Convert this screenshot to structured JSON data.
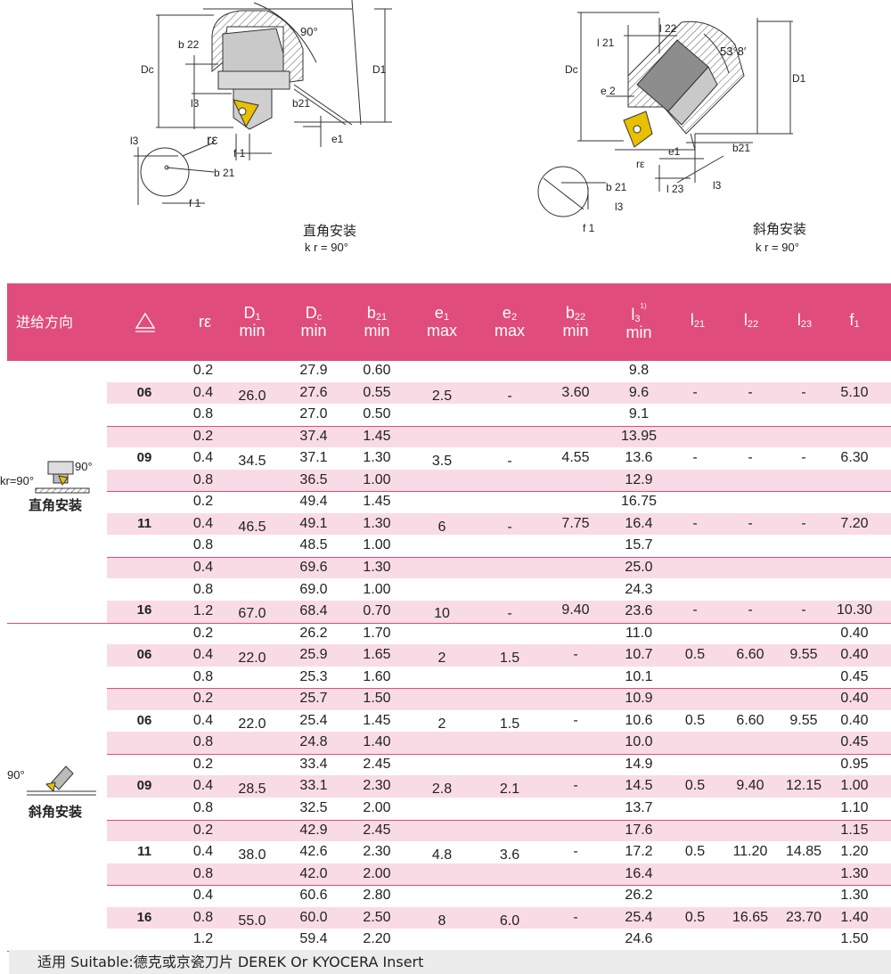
{
  "diagram_left": {
    "labels": [
      "90°",
      "b22",
      "Dc",
      "D1",
      "l3",
      "b21",
      "e1",
      "rε",
      "f1",
      "l3",
      "b21",
      "f1"
    ],
    "caption": "直角安装",
    "kr": "k r = 90°"
  },
  "diagram_right": {
    "labels": [
      "l22",
      "l21",
      "53°8′",
      "Dc",
      "D1",
      "e2",
      "rε",
      "e1",
      "b21",
      "l3",
      "l23",
      "b21",
      "l3",
      "f1"
    ],
    "caption": "斜角安装",
    "kr": "k r = 90°"
  },
  "table": {
    "headers": [
      "进给方向",
      "",
      "rε",
      "D1|min",
      "Dc|min",
      "b21|min",
      "e1|max",
      "e2|max",
      "b22|min",
      "l3 1)|min",
      "l21",
      "l22",
      "l23",
      "f1"
    ],
    "groups": [
      {
        "name": "直角安装",
        "icon_label_kr": "kr=90°",
        "icon_label_ang": "90°"
      },
      {
        "name": "斜角安装",
        "icon_label_ang": "90°"
      }
    ],
    "rows": [
      [
        "0.2",
        "27.9",
        "0.60",
        "9.8"
      ],
      [
        "0.4",
        "27.6",
        "0.55",
        "9.6"
      ],
      [
        "0.8",
        "27.0",
        "0.50",
        "9.1"
      ],
      [
        "0.2",
        "37.4",
        "1.45",
        "13.95"
      ],
      [
        "0.4",
        "37.1",
        "1.30",
        "13.6"
      ],
      [
        "0.8",
        "36.5",
        "1.00",
        "12.9"
      ],
      [
        "0.2",
        "49.4",
        "1.45",
        "16.75"
      ],
      [
        "0.4",
        "49.1",
        "1.30",
        "16.4"
      ],
      [
        "0.8",
        "48.5",
        "1.00",
        "15.7"
      ],
      [
        "0.4",
        "69.6",
        "1.30",
        "25.0"
      ],
      [
        "0.8",
        "69.0",
        "1.00",
        "24.3"
      ],
      [
        "1.2",
        "68.4",
        "0.70",
        "23.6"
      ],
      [
        "0.2",
        "26.2",
        "1.70",
        "11.0",
        "0.40"
      ],
      [
        "0.4",
        "25.9",
        "1.65",
        "10.7",
        "0.40"
      ],
      [
        "0.8",
        "25.3",
        "1.60",
        "10.1",
        "0.45"
      ],
      [
        "0.2",
        "25.7",
        "1.50",
        "10.9",
        "0.40"
      ],
      [
        "0.4",
        "25.4",
        "1.45",
        "10.6",
        "0.40"
      ],
      [
        "0.8",
        "24.8",
        "1.40",
        "10.0",
        "0.45"
      ],
      [
        "0.2",
        "33.4",
        "2.45",
        "14.9",
        "0.95"
      ],
      [
        "0.4",
        "33.1",
        "2.30",
        "14.5",
        "1.00"
      ],
      [
        "0.8",
        "32.5",
        "2.00",
        "13.7",
        "1.10"
      ],
      [
        "0.2",
        "42.9",
        "2.45",
        "17.6",
        "1.15"
      ],
      [
        "0.4",
        "42.6",
        "2.30",
        "17.2",
        "1.20"
      ],
      [
        "0.8",
        "42.0",
        "2.00",
        "16.4",
        "1.30"
      ],
      [
        "0.4",
        "60.6",
        "2.80",
        "26.2",
        "1.30"
      ],
      [
        "0.8",
        "60.0",
        "2.50",
        "25.4",
        "1.40"
      ],
      [
        "1.2",
        "59.4",
        "2.20",
        "24.6",
        "1.50"
      ]
    ],
    "blocks": [
      {
        "size": "06",
        "d1": "26.0",
        "e1": "2.5",
        "e2": "-",
        "b22": "3.60",
        "l21": "-",
        "l22": "-",
        "l23": "-",
        "f1": "5.10"
      },
      {
        "size": "09",
        "d1": "34.5",
        "e1": "3.5",
        "e2": "-",
        "b22": "4.55",
        "l21": "-",
        "l22": "-",
        "l23": "-",
        "f1": "6.30"
      },
      {
        "size": "11",
        "d1": "46.5",
        "e1": "6",
        "e2": "-",
        "b22": "7.75",
        "l21": "-",
        "l22": "-",
        "l23": "-",
        "f1": "7.20"
      },
      {
        "size": "16",
        "d1": "67.0",
        "e1": "10",
        "e2": "-",
        "b22": "9.40",
        "l21": "-",
        "l22": "-",
        "l23": "-",
        "f1": "10.30"
      },
      {
        "size": "06",
        "d1": "22.0",
        "e1": "2",
        "e2": "1.5",
        "b22": "-",
        "l21": "0.5",
        "l22": "6.60",
        "l23": "9.55"
      },
      {
        "size": "06",
        "d1": "22.0",
        "e1": "2",
        "e2": "1.5",
        "b22": "-",
        "l21": "0.5",
        "l22": "6.60",
        "l23": "9.55"
      },
      {
        "size": "09",
        "d1": "28.5",
        "e1": "2.8",
        "e2": "2.1",
        "b22": "-",
        "l21": "0.5",
        "l22": "9.40",
        "l23": "12.15"
      },
      {
        "size": "11",
        "d1": "38.0",
        "e1": "4.8",
        "e2": "3.6",
        "b22": "-",
        "l21": "0.5",
        "l22": "11.20",
        "l23": "14.85"
      },
      {
        "size": "16",
        "d1": "55.0",
        "e1": "8",
        "e2": "6.0",
        "b22": "-",
        "l21": "0.5",
        "l22": "16.65",
        "l23": "23.70"
      }
    ]
  },
  "footer": "适用 Suitable:德克或京瓷刀片 DEREK Or KYOCERA Insert"
}
